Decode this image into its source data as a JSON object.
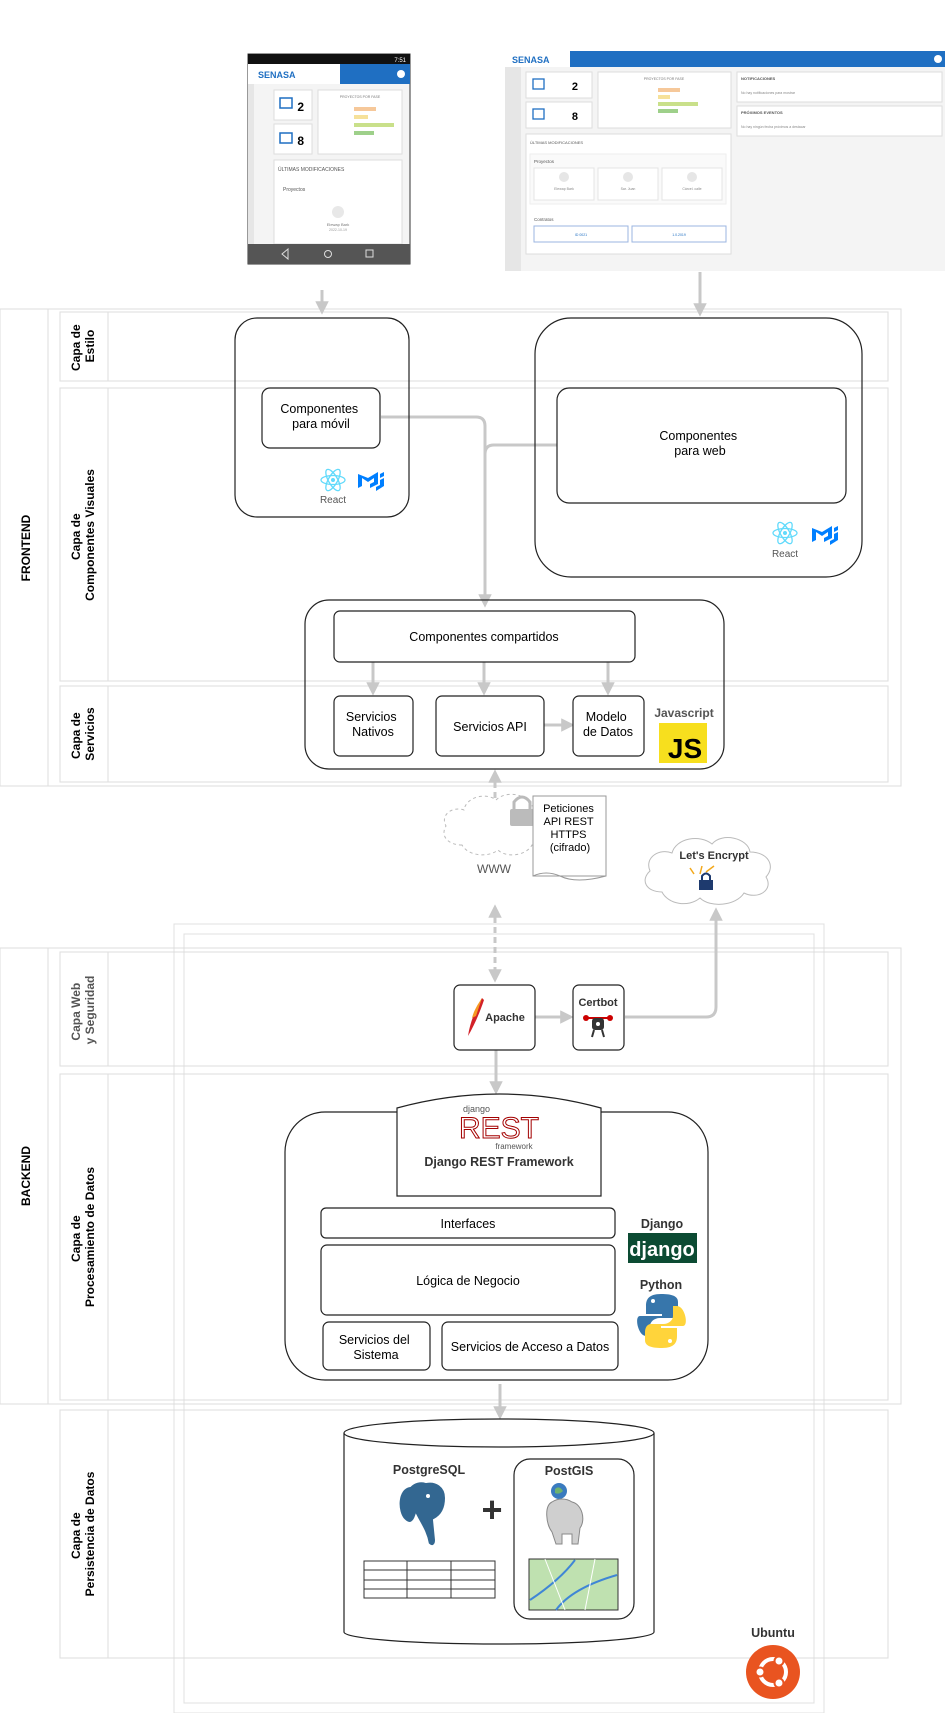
{
  "colors": {
    "arrow": "#c8c8c8",
    "band_border": "#dddddd",
    "senasa_blue": "#1f6fc2",
    "react": "#61dafb",
    "mui": "#007fff",
    "js": "#f7df1e",
    "django": "#0c4b33",
    "python_blue": "#3776ab",
    "python_yellow": "#ffd43b",
    "postgres": "#336791",
    "ubuntu": "#e95420"
  },
  "screens": {
    "mobile": {
      "logo": "SENASA",
      "time": "7:51",
      "stat1": "2",
      "stat2": "8",
      "chart_title": "PROYECTOS POR FASE",
      "recent_title": "ÚLTIMAS MODIFICACIONES",
      "projects": "Proyectos",
      "item_name": "Elewap Bark",
      "item_date": "2022-10-19"
    },
    "web": {
      "logo": "SENASA",
      "stat1": "2",
      "stat2": "8",
      "chart_title": "PROYECTOS POR FASE",
      "notifications": "NOTIFICACIONES",
      "notifications_text": "No hay notificaciones para mostrar",
      "events": "PRÓXIMOS EVENTOS",
      "events_text": "No hay ningún fecha próximos a destacar",
      "recent_title": "ÚLTIMAS MODIFICACIONES",
      "projects": "Proyectos",
      "contracts": "Contratos",
      "items": [
        "Elewap Bark",
        "Sar. Juan",
        "Cárcel. calle"
      ],
      "contract_items": [
        "ID 0021",
        "1.0.2019"
      ]
    }
  },
  "sections": {
    "frontend": "FRONTEND",
    "backend": "BACKEND"
  },
  "layers": {
    "estilo": [
      "Capa de",
      "Estilo"
    ],
    "componentes": [
      "Capa de",
      "Componentes Visuales"
    ],
    "servicios": [
      "Capa de",
      "Servicios"
    ],
    "web_seguridad": [
      "Capa Web",
      "y Seguridad"
    ],
    "procesamiento": [
      "Capa de",
      "Procesamiento de Datos"
    ],
    "persistencia": [
      "Capa de",
      "Persistencia de Datos"
    ]
  },
  "frontend": {
    "mobile_components": [
      "Componentes",
      "para móvil"
    ],
    "web_components": [
      "Componentes",
      "para web"
    ],
    "react_label": "React",
    "shared_components": "Componentes compartidos",
    "native_services": [
      "Servicios",
      "Nativos"
    ],
    "api_services": "Servicios API",
    "data_model": [
      "Modelo",
      "de Datos"
    ],
    "javascript_label": "Javascript",
    "js_logo": "JS"
  },
  "network": {
    "www": "WWW",
    "note": [
      "Peticiones",
      "API REST",
      "",
      "HTTPS",
      "(cifrado)"
    ],
    "lets_encrypt": "Let's Encrypt"
  },
  "backend": {
    "apache": "Apache",
    "certbot": "Certbot",
    "drf_logo_small": "django",
    "drf_logo_big": "REST",
    "drf_logo_sub": "framework",
    "drf_title": "Django REST Framework",
    "interfaces": "Interfaces",
    "business_logic": "Lógica de Negocio",
    "system_services": [
      "Servicios del",
      "Sistema"
    ],
    "data_access": "Servicios de Acceso a Datos",
    "django_label": "Django",
    "django_logo": "django",
    "python_label": "Python"
  },
  "database": {
    "postgresql": "PostgreSQL",
    "postgis": "PostGIS",
    "plus": "+",
    "ubuntu": "Ubuntu"
  }
}
